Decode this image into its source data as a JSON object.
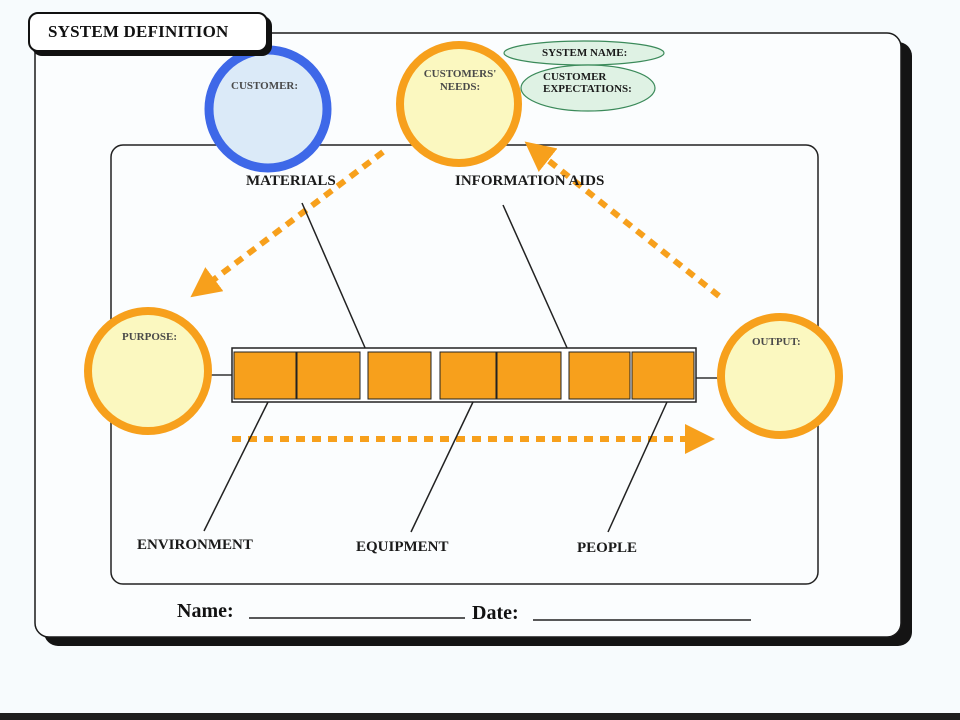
{
  "title": "SYSTEM DEFINITION",
  "nodes": {
    "customer": "CUSTOMER:",
    "customers_needs": [
      "CUSTOMERS'",
      "NEEDS:"
    ],
    "purpose": "PURPOSE:",
    "output": "OUTPUT:"
  },
  "ovals": {
    "system_name": "SYSTEM NAME:",
    "customer_expectations": [
      "CUSTOMER",
      "EXPECTATIONS:"
    ]
  },
  "categories": {
    "materials": "MATERIALS",
    "information_aids": "INFORMATION AIDS",
    "environment": "ENVIRONMENT",
    "equipment": "EQUIPMENT",
    "people": "PEOPLE"
  },
  "footer": {
    "name_label": "Name:",
    "date_label": "Date:"
  },
  "colors": {
    "orange": "#f7a01c",
    "blue": "#3e68e8",
    "cream": "#fbf8c0",
    "light_blue": "#dbeaf8",
    "green_oval": "#dff2e4"
  }
}
